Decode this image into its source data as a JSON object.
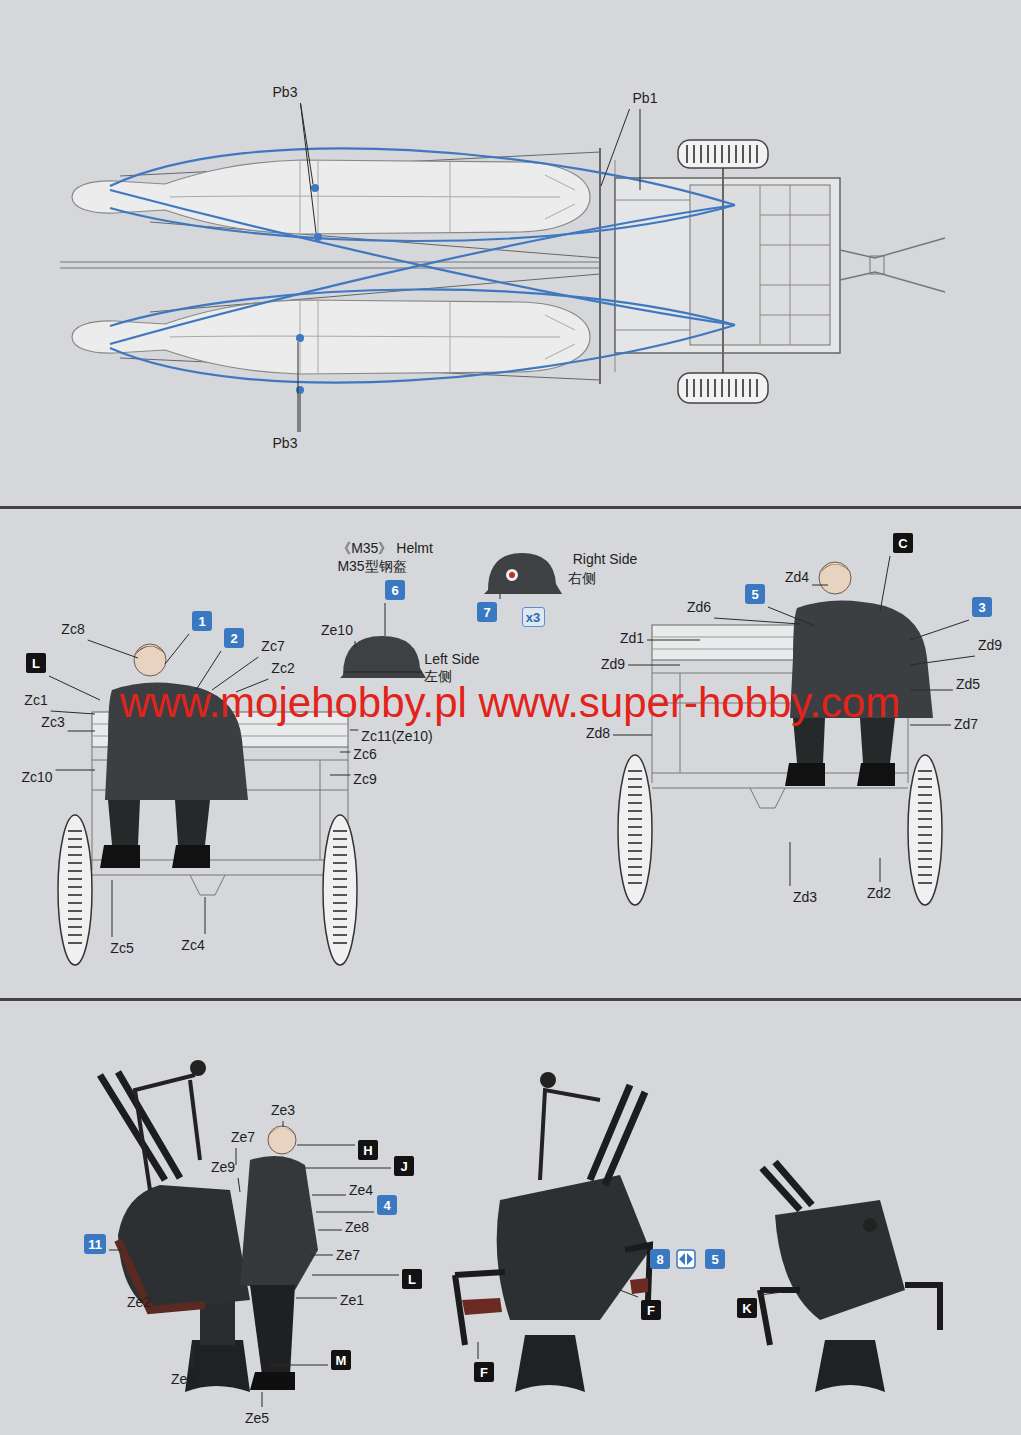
{
  "diagram": {
    "nodes": [
      {
        "text": [
          "C"
        ]
      },
      {
        "text": [
          "6"
        ]
      },
      {
        "text": [
          "5"
        ]
      },
      {
        "text": [
          "3"
        ]
      },
      {
        "text": [
          "7"
        ]
      },
      {
        "text": [
          "x3"
        ]
      },
      {
        "text": [
          "1"
        ]
      },
      {
        "text": [
          "2"
        ]
      },
      {
        "text": [
          "L"
        ]
      },
      {
        "text": [
          "H"
        ]
      },
      {
        "text": [
          "J"
        ]
      },
      {
        "text": [
          "4"
        ]
      },
      {
        "text": [
          "11"
        ]
      },
      {
        "text": [
          "8"
        ]
      },
      {
        "text": [
          "5"
        ]
      },
      {
        "text": [
          "L"
        ]
      },
      {
        "text": [
          "K"
        ]
      },
      {
        "text": [
          "F"
        ]
      },
      {
        "text": [
          "M"
        ]
      },
      {
        "text": [
          "F"
        ]
      }
    ],
    "labels": [
      "Pb3",
      "Pb1",
      "Pb3",
      "《M35》 Helmt",
      "M35型钢盔",
      "Right Side",
      "右侧",
      "Zd4",
      "Zc8",
      "Ze10",
      "Zd6",
      "Zc7",
      "Zd1",
      "Left Side",
      "Zd9",
      "Zd9",
      "Zc2",
      "左侧",
      "Zd5",
      "Zc1",
      "www.mojehobby.pl www.super-hobby.com",
      "Zc3",
      "Zc11(Ze10)",
      "Zd7",
      "Zd8",
      "Zc6",
      "Zc10",
      "Zc9",
      "Zd2",
      "Zd3",
      "Zc4",
      "Zc5",
      "Ze3",
      "Ze7",
      "Ze9",
      "Ze4",
      "Ze8",
      "Ze7",
      "Ze1",
      "Ze2",
      "Ze6",
      "Ze5"
    ]
  }
}
